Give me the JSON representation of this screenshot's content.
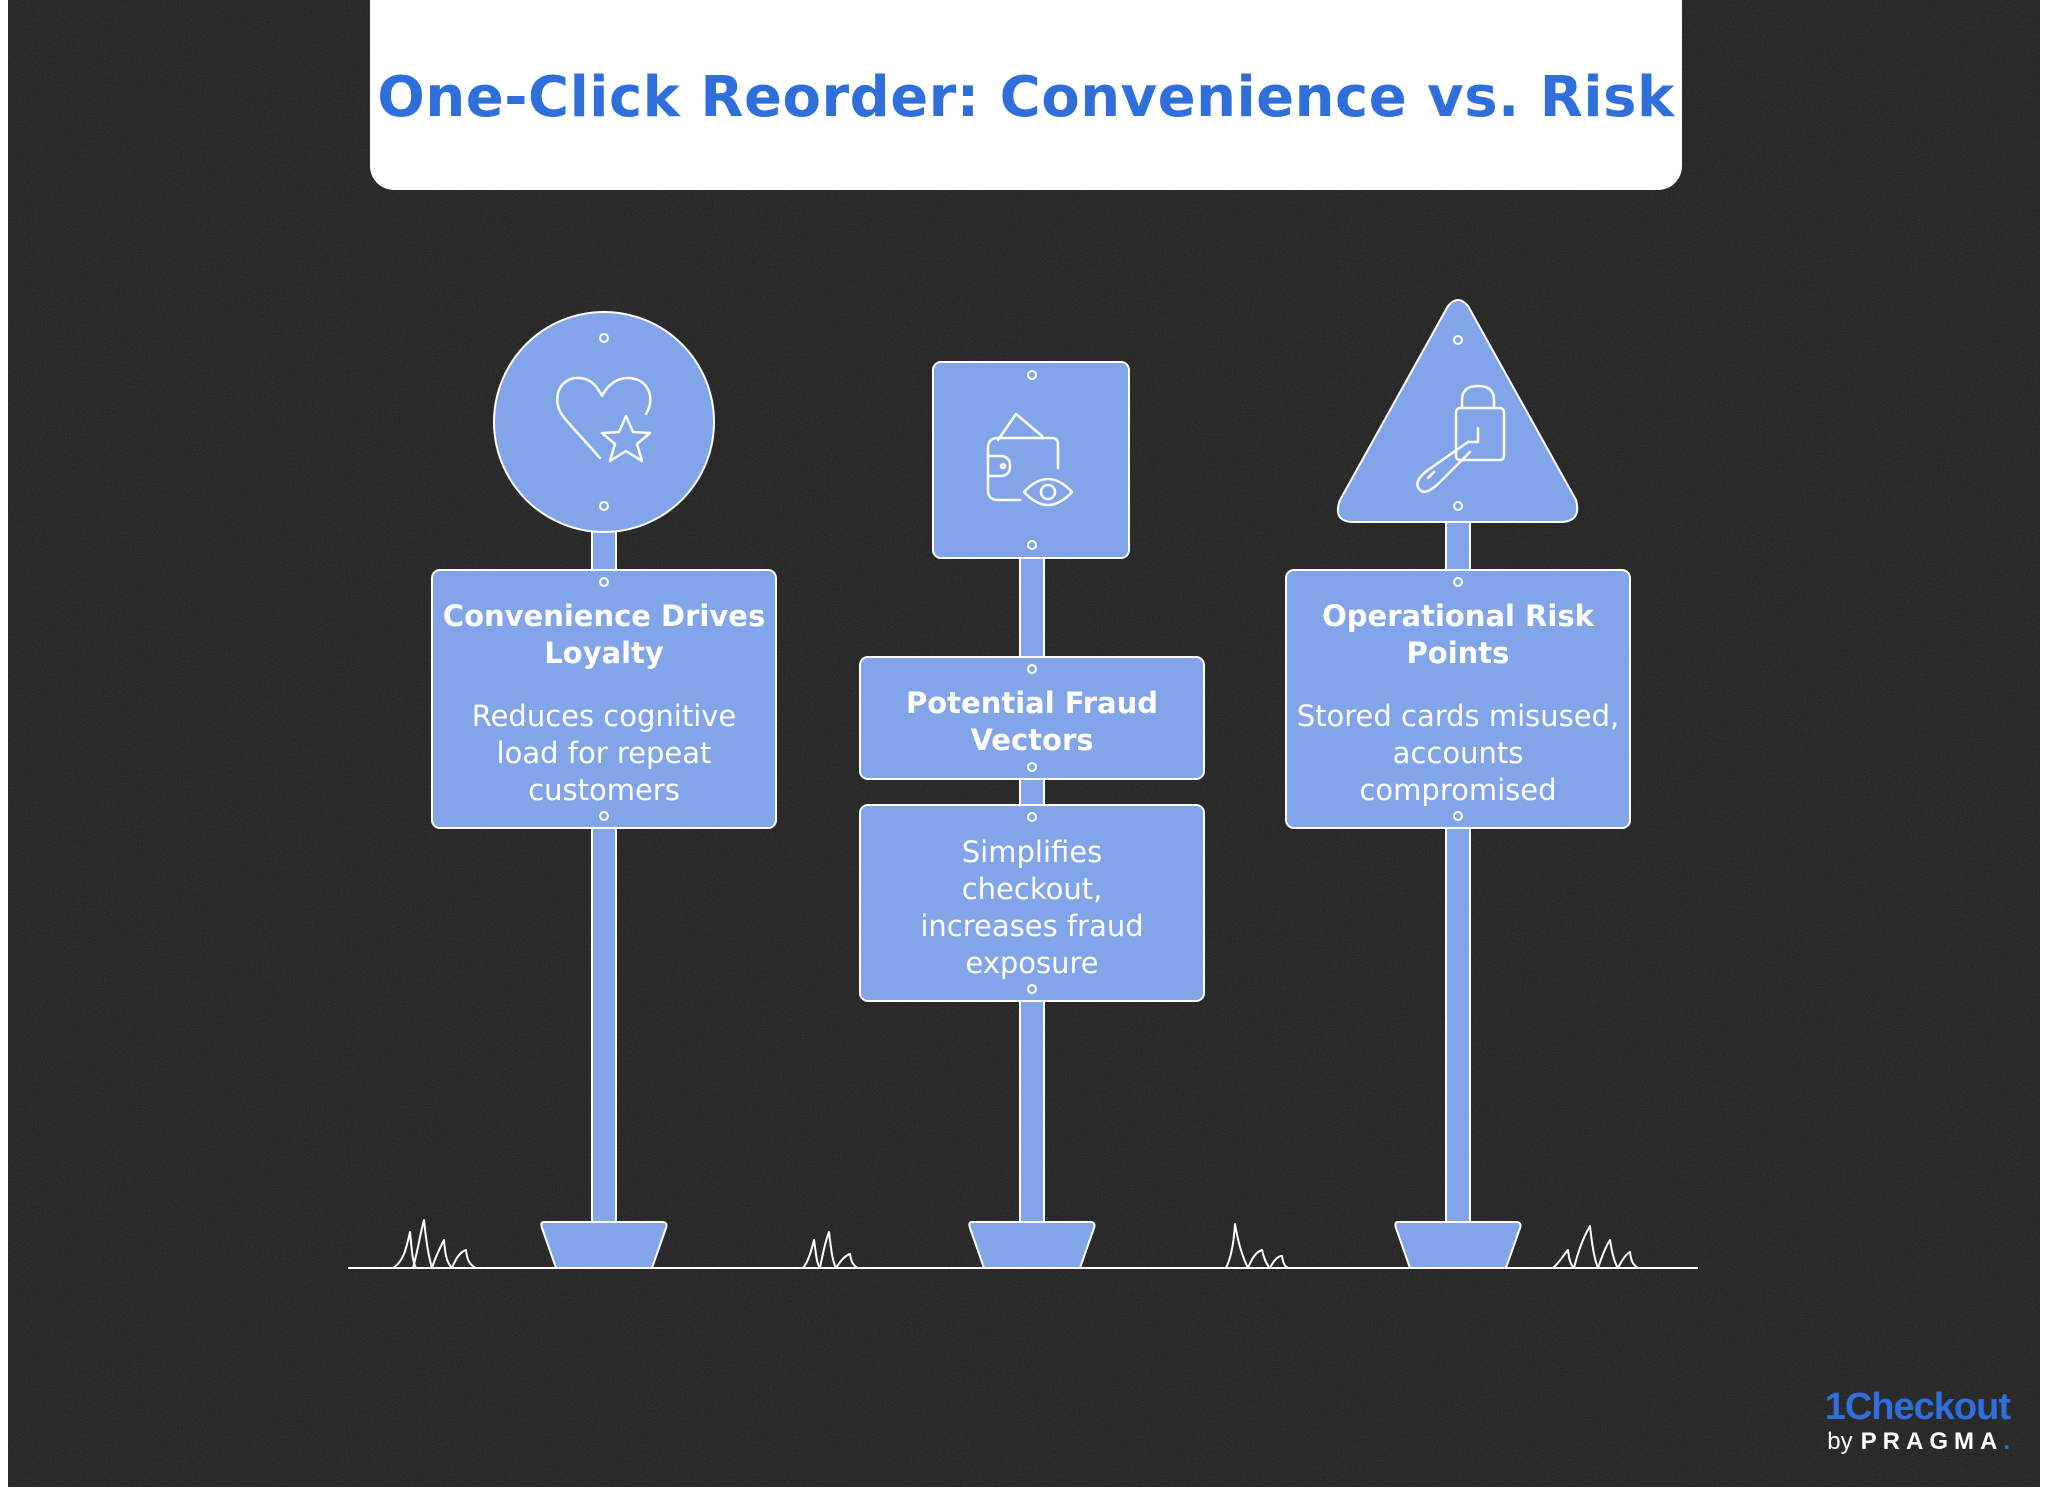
{
  "title": "One-Click Reorder: Convenience vs. Risk",
  "signs": [
    {
      "shape": "circle",
      "icon": "heart-star-icon",
      "title": "Convenience Drives Loyalty",
      "description": "Reduces cognitive load for repeat customers"
    },
    {
      "shape": "square",
      "icon": "wallet-eye-icon",
      "title": "Potential Fraud Vectors",
      "description": "Simplifies checkout, increases fraud exposure"
    },
    {
      "shape": "triangle",
      "icon": "unlocked-padlock-key-icon",
      "title": "Operational Risk Points",
      "description": "Stored cards misused, accounts compromised"
    }
  ],
  "logo": {
    "name": "1Checkout",
    "by": "by",
    "company": "PRAGMA",
    "dot": "."
  },
  "colors": {
    "background": "#1c1c1c",
    "sign_fill": "#81a5e8",
    "title_blue": "#2f6fdc",
    "line": "#ffffff"
  }
}
